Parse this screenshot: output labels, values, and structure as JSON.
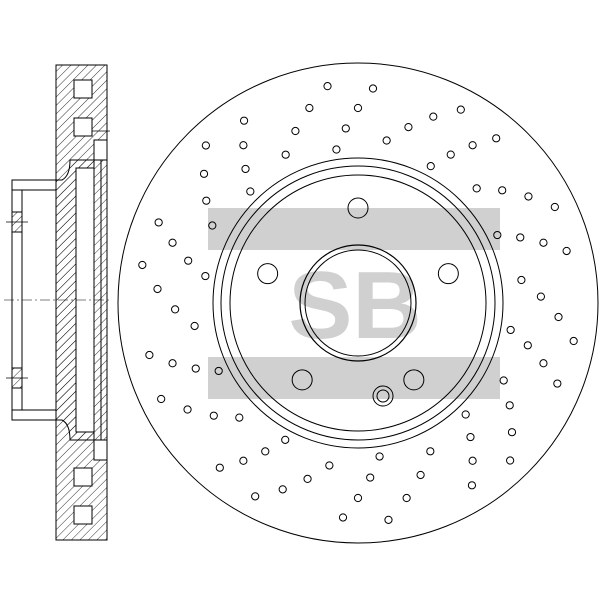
{
  "watermark": {
    "text": "SB",
    "color": "#d0d0d0"
  },
  "drawing": {
    "line_color": "#000000",
    "hatch_color": "#000000",
    "background": "#ffffff",
    "rotor_cross_holes_shown": true,
    "bolt_holes": 5,
    "views": [
      "section-view",
      "face-view"
    ]
  }
}
